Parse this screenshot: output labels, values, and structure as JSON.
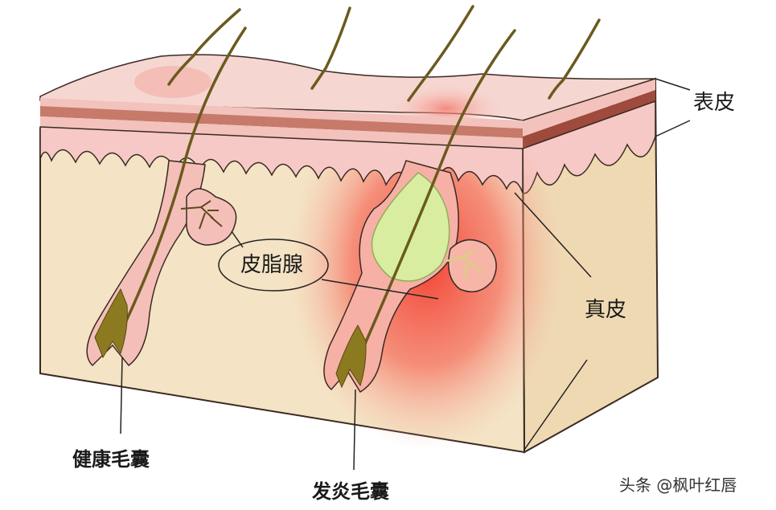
{
  "labels": {
    "epidermis": "表皮",
    "dermis": "真皮",
    "sebaceous_gland": "皮脂腺",
    "healthy_follicle": "健康毛囊",
    "inflamed_follicle": "发炎毛囊"
  },
  "watermark": "头条 @枫叶红唇",
  "colors": {
    "dermis_fill": "#f4e3c4",
    "side_fill": "#f0dcb8",
    "epidermis_pink": "#f6c9c6",
    "epidermis_dark": "#9e4a3c",
    "inflammation_red": "#f04a3a",
    "pus_green": "#d8eda0",
    "hair": "#6b5a1e",
    "outline": "#3a2a22"
  }
}
